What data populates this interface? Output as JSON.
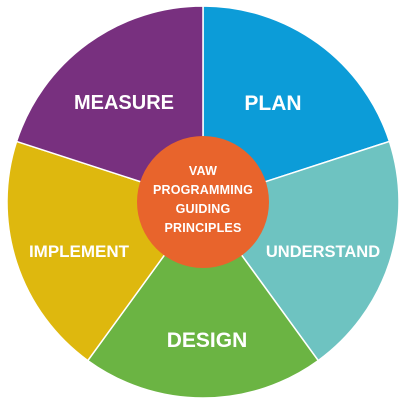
{
  "diagram": {
    "center": {
      "lines": [
        "VAW",
        "PROGRAMMING",
        "GUIDING",
        "PRINCIPLES"
      ],
      "color": "#E8642C"
    },
    "segments": [
      {
        "label": "PLAN",
        "color": "#0C9CD8"
      },
      {
        "label": "UNDERSTAND",
        "color": "#6EC3C1"
      },
      {
        "label": "DESIGN",
        "color": "#6BB443"
      },
      {
        "label": "IMPLEMENT",
        "color": "#DEB80E"
      },
      {
        "label": "MEASURE",
        "color": "#78307F"
      }
    ]
  }
}
